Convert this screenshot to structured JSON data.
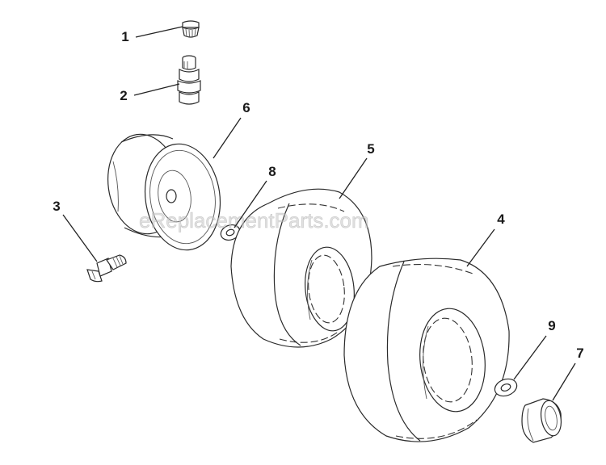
{
  "watermark": "eReplacementParts.com",
  "callouts": {
    "p1": "1",
    "p2": "2",
    "p3": "3",
    "p4": "4",
    "p5": "5",
    "p6": "6",
    "p7": "7",
    "p8": "8",
    "p9": "9"
  }
}
